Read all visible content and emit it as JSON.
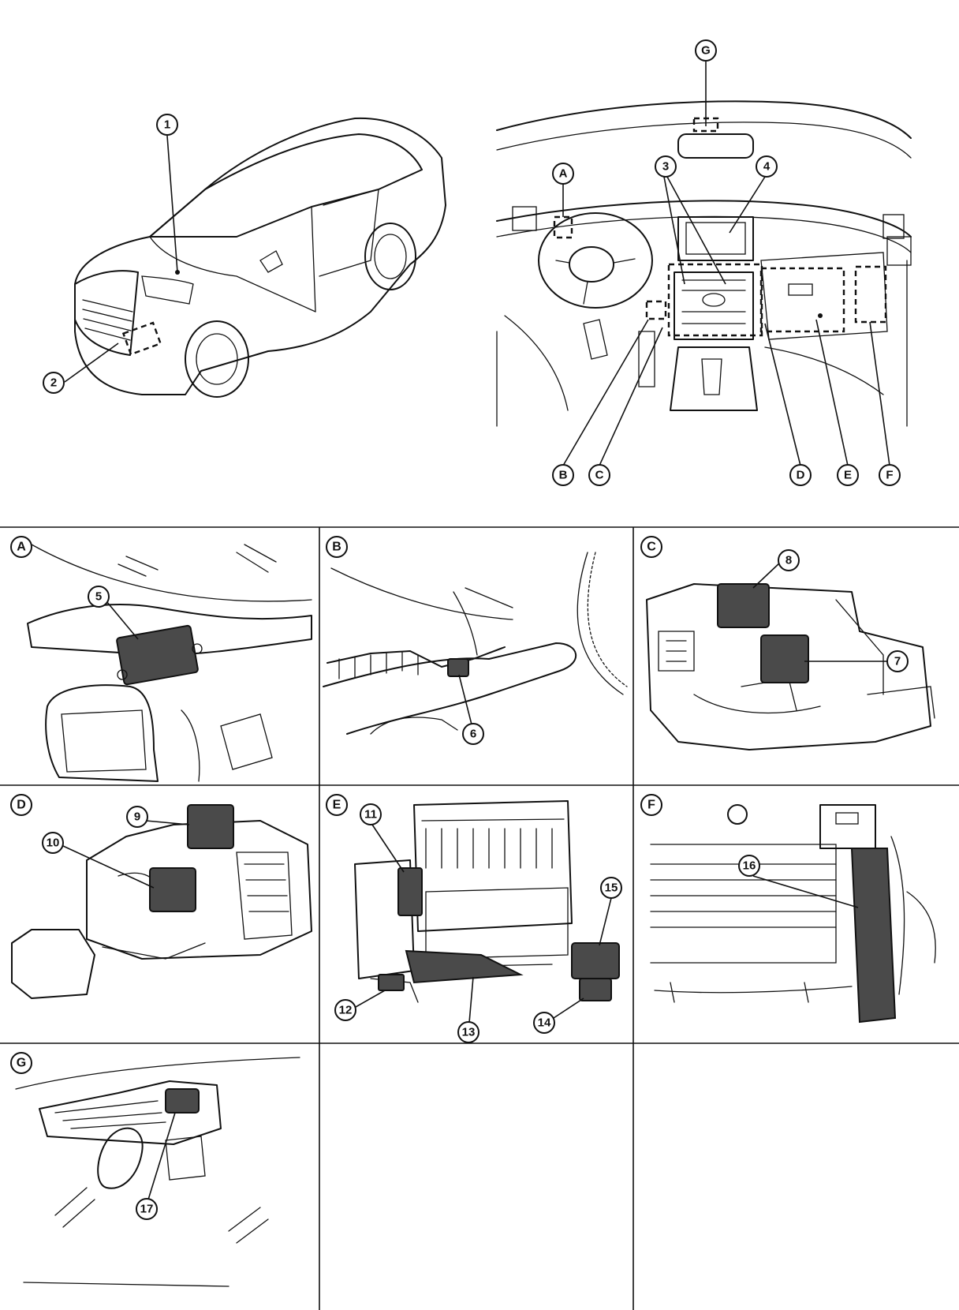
{
  "callouts": {
    "c1": "1",
    "c2": "2",
    "c3": "3",
    "c4": "4",
    "c5": "5",
    "c6": "6",
    "c7": "7",
    "c8": "8",
    "c9": "9",
    "c10": "10",
    "c11": "11",
    "c12": "12",
    "c13": "13",
    "c14": "14",
    "c15": "15",
    "c16": "16",
    "c17": "17"
  },
  "views": {
    "A": "A",
    "B": "B",
    "C": "C",
    "D": "D",
    "E": "E",
    "F": "F",
    "G": "G"
  },
  "panels": {
    "A": "A",
    "B": "B",
    "C": "C",
    "D": "D",
    "E": "E",
    "F": "F",
    "G": "G"
  }
}
